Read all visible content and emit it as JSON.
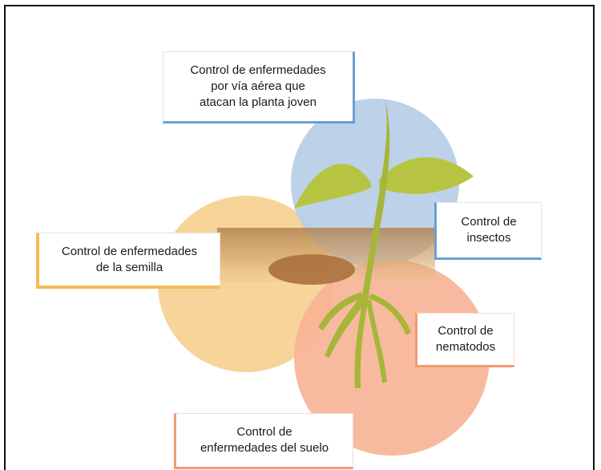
{
  "labels": {
    "air": "Control de enfermedades\npor vía aérea que\natacan la planta joven",
    "seed": "Control de enfermedades\nde la semilla",
    "insects": "Control de\ninsectos",
    "nematodes": "Control de\nnematodos",
    "soil": "Control de\nenfermedades del suelo"
  },
  "colors": {
    "air_circle": "#b9cfe7",
    "seed_circle": "#f6cf8f",
    "soil_circle": "#f7b394",
    "soil_band": "#b98a56",
    "seed_body": "#a8703d",
    "plant": "#b7c443",
    "plant_dark": "#8f9e2c"
  }
}
